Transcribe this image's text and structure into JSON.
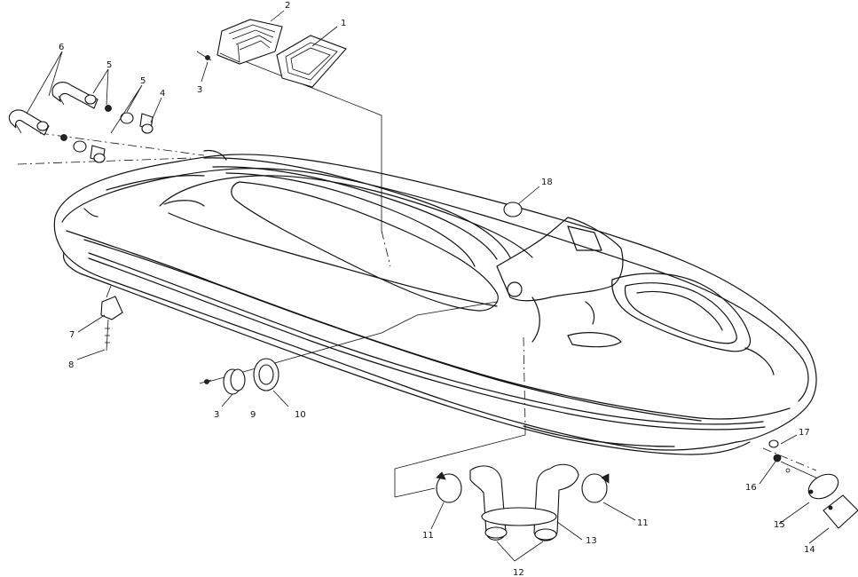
{
  "callouts": {
    "c1": "1",
    "c2": "2",
    "c3a": "3",
    "c3b": "3",
    "c4": "4",
    "c5a": "5",
    "c5b": "5",
    "c6": "6",
    "c7": "7",
    "c8": "8",
    "c9": "9",
    "c10": "10",
    "c11a": "11",
    "c11b": "11",
    "c12": "12",
    "c13": "13",
    "c14": "14",
    "c15": "15",
    "c16": "16",
    "c17": "17",
    "c18": "18"
  }
}
